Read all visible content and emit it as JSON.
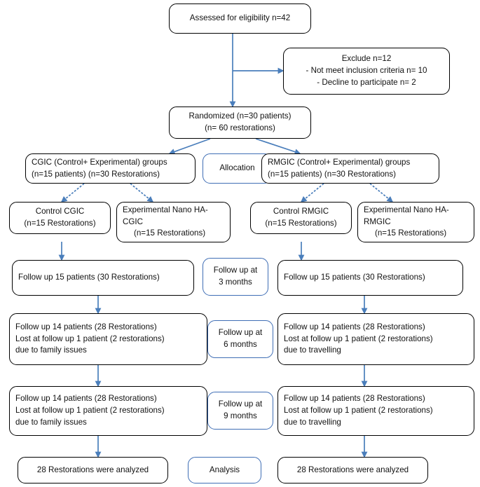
{
  "diagram": {
    "title": "CONSORT participant flow diagram",
    "accent_color": "#4a7ebb",
    "box_border_color": "#000000",
    "label_border_color": "#3f6eb5"
  },
  "enrollment": {
    "assessed": {
      "line1": "Assessed for eligibility n=42"
    },
    "excluded": {
      "line1": "Exclude n=12",
      "line2": "- Not meet inclusion criteria n= 10",
      "line3": "- Decline to participate n= 2"
    },
    "randomized": {
      "line1": "Randomized (n=30 patients)",
      "line2": "(n= 60 restorations)"
    }
  },
  "allocation": {
    "label": "Allocation",
    "cgic_group": {
      "line1": "CGIC (Control+ Experimental) groups",
      "line2": "(n=15 patients) (n=30 Restorations)"
    },
    "rmgic_group": {
      "line1": "RMGIC (Control+ Experimental) groups",
      "line2": "(n=15 patients) (n=30 Restorations)"
    },
    "arms": [
      {
        "name": "control-cgic",
        "line1": "Control CGIC",
        "line2": "(n=15 Restorations)"
      },
      {
        "name": "experimental-nano-ha-cgic",
        "line1": "Experimental Nano HA-",
        "line2": "CGIC",
        "line3": "(n=15 Restorations)"
      },
      {
        "name": "control-rmgic",
        "line1": "Control RMGIC",
        "line2": "(n=15 Restorations)"
      },
      {
        "name": "experimental-nano-ha-rmgic",
        "line1": "Experimental Nano HA-",
        "line2": "RMGIC",
        "line3": "(n=15 Restorations)"
      }
    ]
  },
  "followup": {
    "month3": {
      "label_line1": "Follow up at",
      "label_line2": "3 months",
      "left": {
        "line1": "Follow up 15 patients (30 Restorations)"
      },
      "right": {
        "line1": "Follow up 15 patients (30 Restorations)"
      }
    },
    "month6": {
      "label_line1": "Follow up at",
      "label_line2": "6 months",
      "left": {
        "line1": "Follow up 14 patients (28 Restorations)",
        "line2": "Lost at follow up 1 patient (2 restorations)",
        "line3": "due to family issues"
      },
      "right": {
        "line1": "Follow up 14 patients (28 Restorations)",
        "line2": "Lost at follow up 1 patient (2 restorations)",
        "line3": "due to travelling"
      }
    },
    "month9": {
      "label_line1": "Follow up at",
      "label_line2": "9 months",
      "left": {
        "line1": "Follow up 14 patients (28 Restorations)",
        "line2": "Lost at follow up 1 patient (2 restorations)",
        "line3": "due to family issues"
      },
      "right": {
        "line1": "Follow up 14 patients (28 Restorations)",
        "line2": "Lost at follow up 1 patient (2 restorations)",
        "line3": "due to travelling"
      }
    }
  },
  "analysis": {
    "label": "Analysis",
    "left": {
      "line1": "28 Restorations were analyzed"
    },
    "right": {
      "line1": "28 Restorations were analyzed"
    }
  }
}
